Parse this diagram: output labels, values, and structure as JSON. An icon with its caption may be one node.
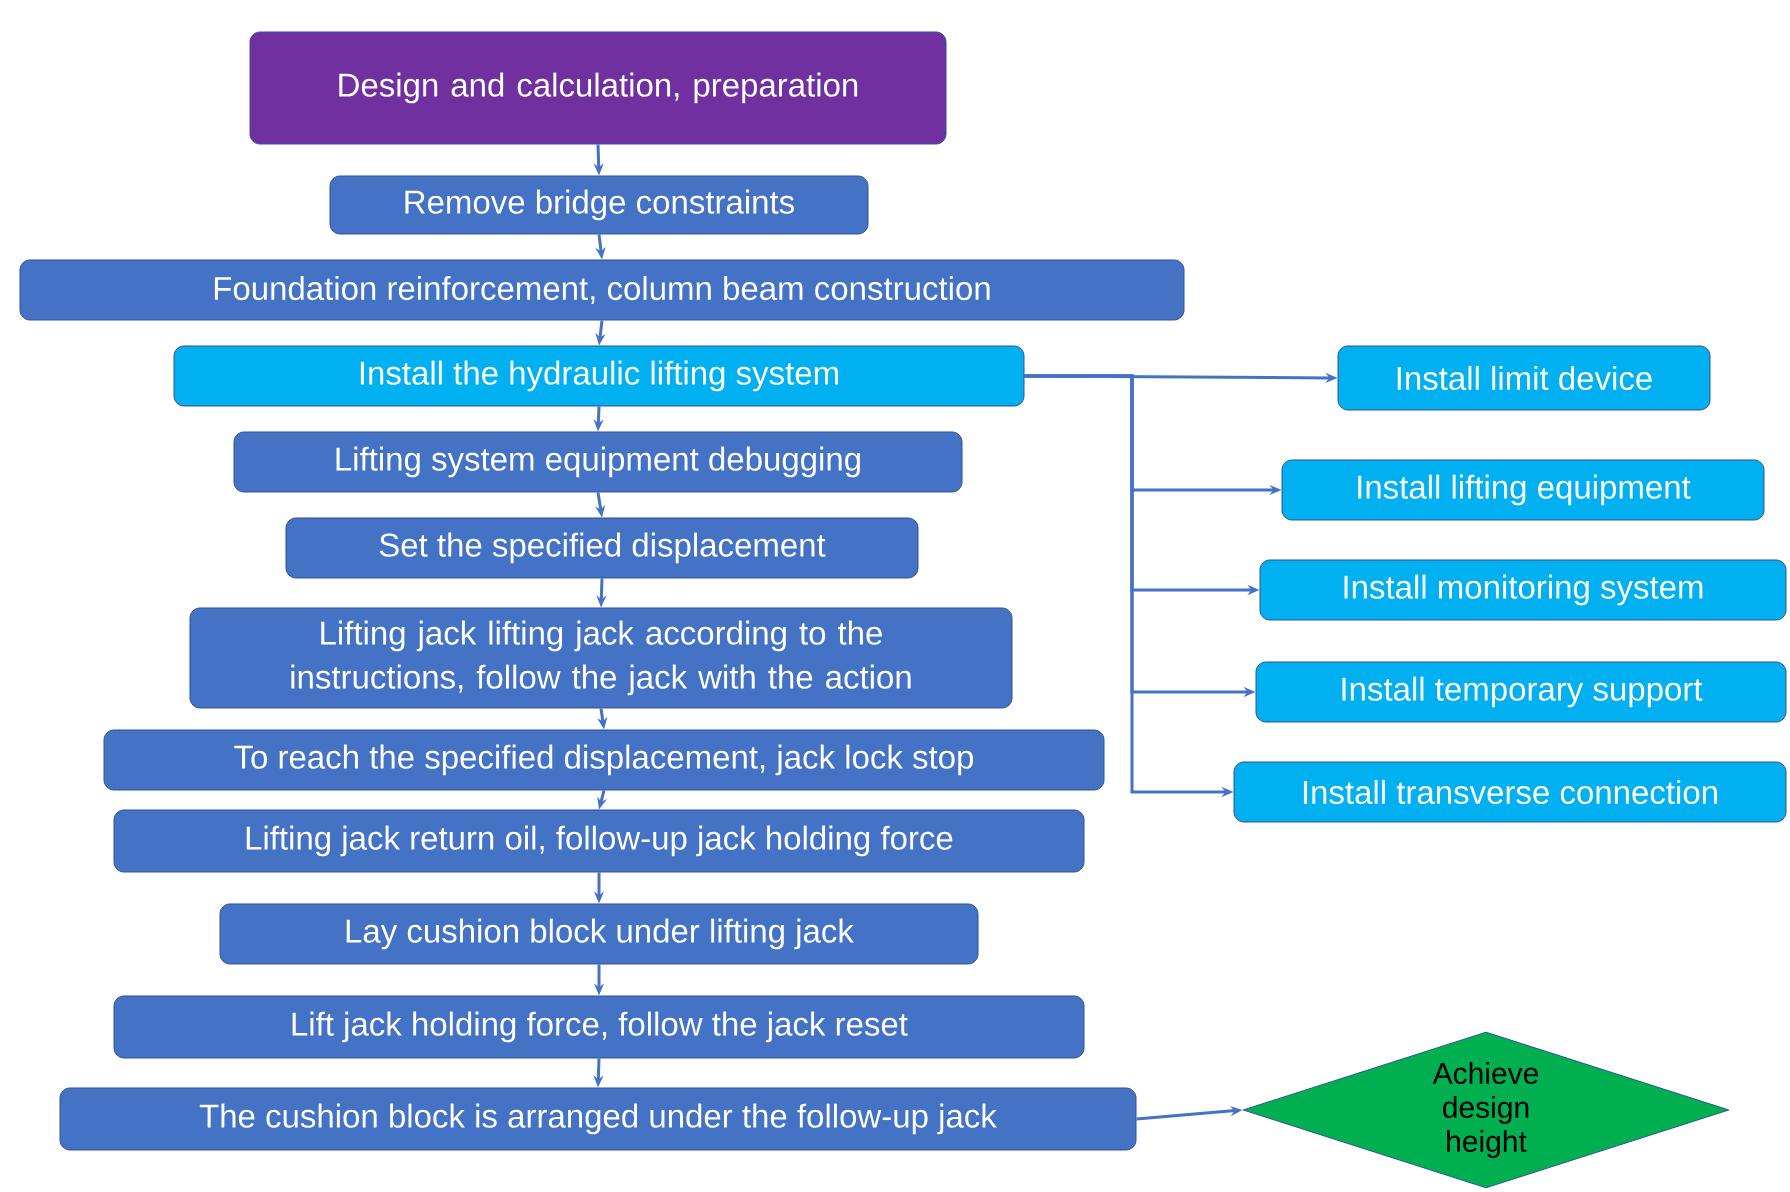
{
  "diagram": {
    "nodes": [
      {
        "text": [
          "Design and calculation, preparation"
        ]
      },
      {
        "text": [
          "Remove bridge constraints"
        ]
      },
      {
        "text": [
          "Foundation reinforcement, column beam construction"
        ]
      },
      {
        "text": [
          "Install the hydraulic lifting system"
        ]
      },
      {
        "text": [
          "Lifting system equipment debugging"
        ]
      },
      {
        "text": [
          "Set the specified displacement"
        ]
      },
      {
        "text": [
          "Lifting jack lifting jack according to the instructions, follow the jack with the action"
        ]
      },
      {
        "text": [
          "To reach the specified displacement, jack lock stop"
        ]
      },
      {
        "text": [
          "Lifting jack return oil, follow-up jack holding force"
        ]
      },
      {
        "text": [
          "Lay cushion block under lifting jack"
        ]
      },
      {
        "text": [
          "Lift jack holding force, follow the jack reset"
        ]
      },
      {
        "text": [
          "The cushion block is arranged under the follow-up jack"
        ]
      },
      {
        "text": [
          "Achieve design height"
        ]
      },
      {
        "text": [
          "Install limit device"
        ]
      },
      {
        "text": [
          "Install lifting equipment"
        ]
      },
      {
        "text": [
          "Install monitoring system"
        ]
      },
      {
        "text": [
          "Install temporary support"
        ]
      },
      {
        "text": [
          "Install transverse connection"
        ]
      }
    ],
    "edges": [
      {
        "from": 0,
        "to": 1,
        "arrow": "to"
      },
      {
        "from": 1,
        "to": 2,
        "arrow": "to"
      },
      {
        "from": 2,
        "to": 3,
        "arrow": "to"
      },
      {
        "from": 3,
        "to": 4,
        "arrow": "to"
      },
      {
        "from": 4,
        "to": 5,
        "arrow": "to"
      },
      {
        "from": 5,
        "to": 6,
        "arrow": "to"
      },
      {
        "from": 6,
        "to": 7,
        "arrow": "to"
      },
      {
        "from": 7,
        "to": 8,
        "arrow": "to"
      },
      {
        "from": 8,
        "to": 9,
        "arrow": "to"
      },
      {
        "from": 9,
        "to": 10,
        "arrow": "to"
      },
      {
        "from": 10,
        "to": 11,
        "arrow": "to"
      },
      {
        "from": 11,
        "to": 12,
        "arrow": "to"
      },
      {
        "from": 3,
        "to": 13,
        "arrow": "to"
      },
      {
        "from": 3,
        "to": 14,
        "arrow": "to"
      },
      {
        "from": 3,
        "to": 15,
        "arrow": "to"
      },
      {
        "from": 3,
        "to": 16,
        "arrow": "to"
      },
      {
        "from": 3,
        "to": 17,
        "arrow": "to"
      }
    ]
  }
}
